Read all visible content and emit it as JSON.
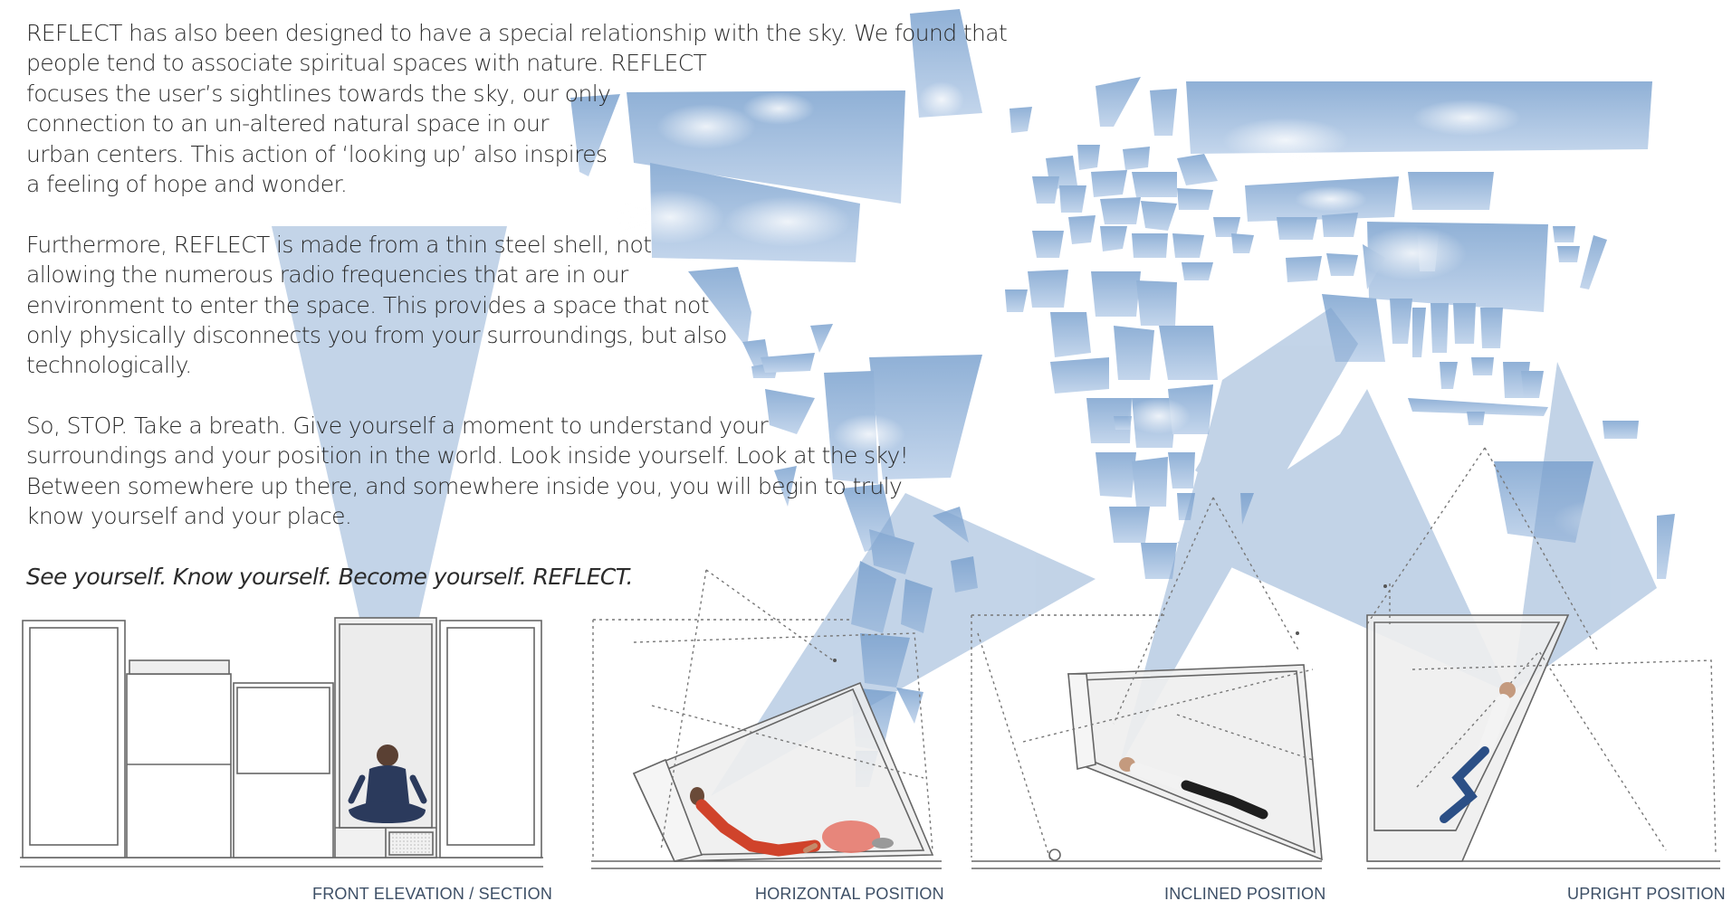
{
  "paragraphs": {
    "p1": [
      "REFLECT has also been designed to have a special relationship with the sky.  We found that",
      "people tend to associate spiritual spaces with nature.  REFLECT",
      "focuses the user’s sightlines towards the sky, our only",
      "connection to an un-altered natural space in our",
      "urban centers.  This action of ‘looking up’ also inspires",
      "a feeling of hope and wonder."
    ],
    "p2": [
      "Furthermore, REFLECT is made from a thin steel shell, not",
      "allowing the numerous radio frequencies that are in our",
      "environment to enter the space.  This provides a space that not",
      "only physically disconnects you from your surroundings, but also",
      "technologically."
    ],
    "p3": [
      "So, STOP.  Take a breath.  Give yourself a moment to understand your",
      "surroundings and your position in the world.  Look inside yourself.  Look at the sky!",
      "Between somewhere up there, and somewhere inside you, you will begin to truly",
      "know yourself and your place."
    ],
    "tagline": "See yourself.  Know yourself.  Become yourself.  REFLECT."
  },
  "captions": {
    "front": "FRONT ELEVATION / SECTION",
    "horizontal": "HORIZONTAL POSITION",
    "inclined": "INCLINED POSITION",
    "upright": "UPRIGHT POSITION"
  },
  "colors": {
    "sky": "#9bb7d8",
    "sky_light": "#cddcee",
    "beam": "#6f97c8",
    "caption": "#3d4f66",
    "line": "#555555"
  }
}
